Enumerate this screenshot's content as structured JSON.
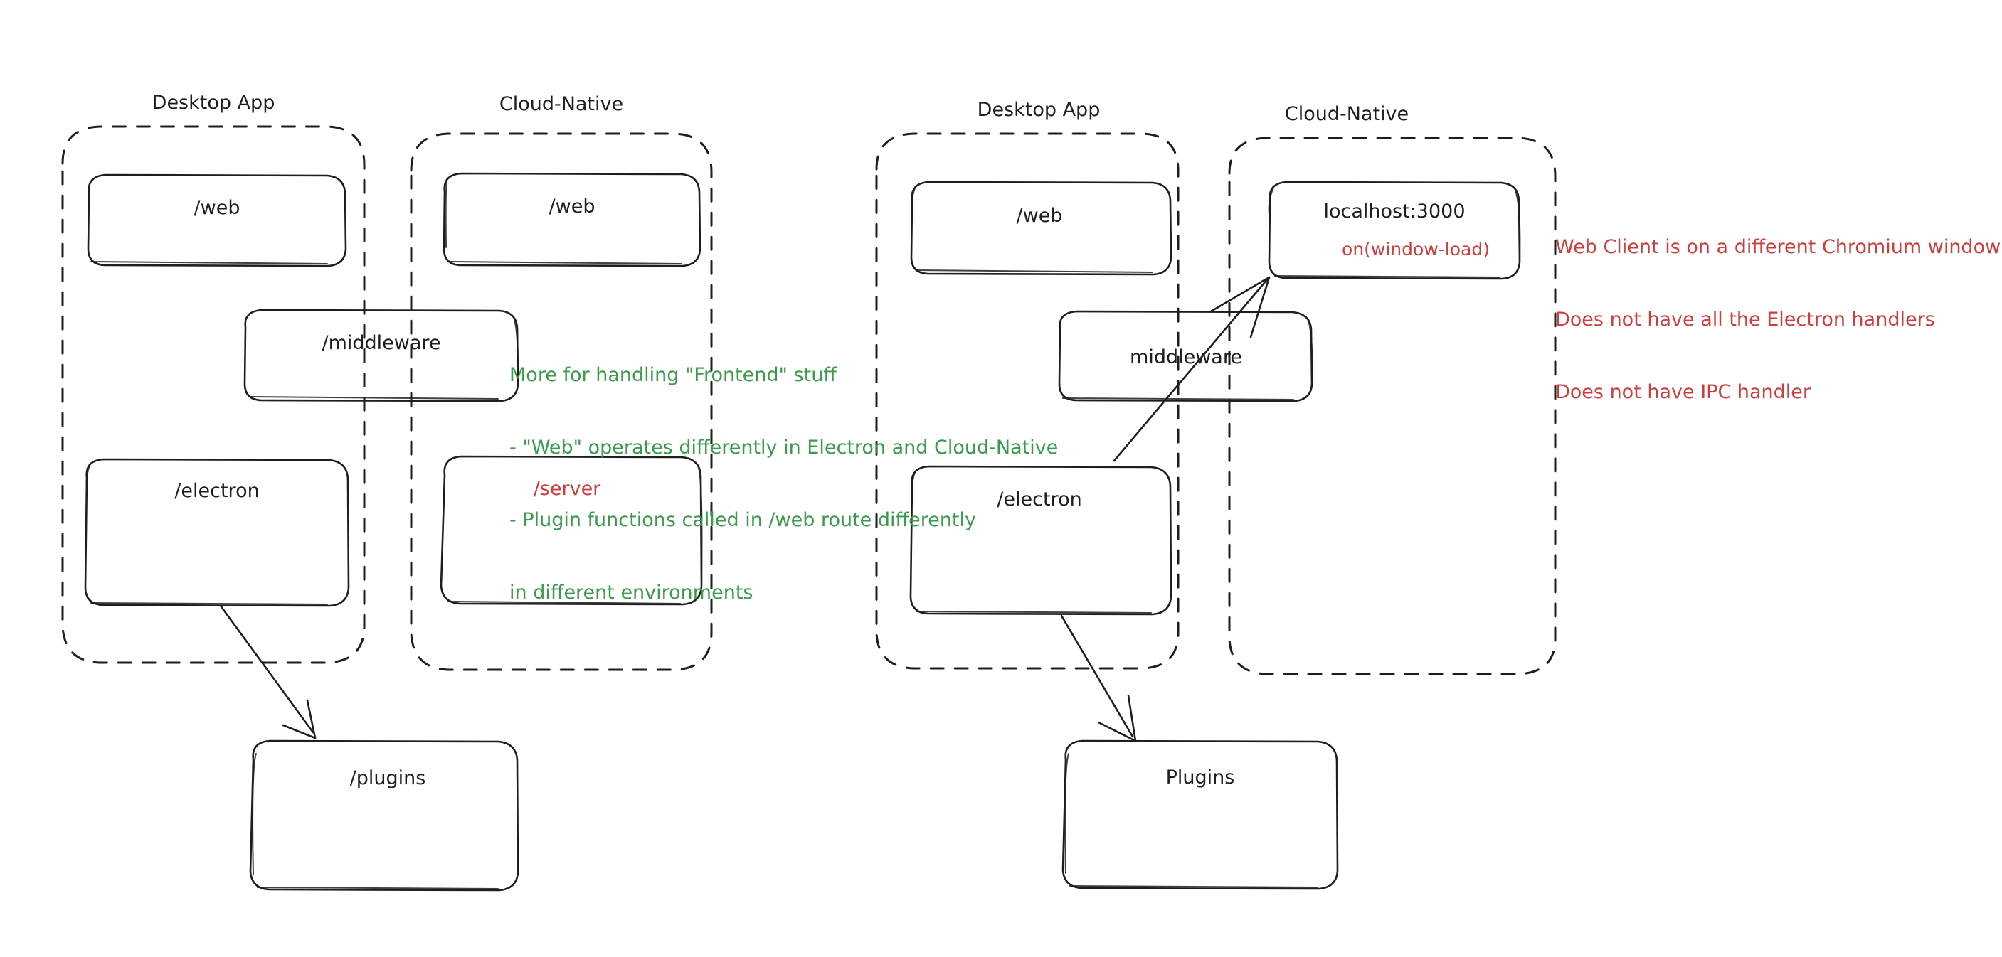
{
  "diagram": {
    "type": "architecture-sketch",
    "style": "hand-drawn",
    "background": "#ffffff",
    "colors": {
      "stroke": "#1e1e1e",
      "green": "#3a9b4b",
      "red": "#cf3c3c"
    }
  },
  "panels": [
    {
      "id": "left-panel",
      "groups": [
        {
          "id": "left-desktop-app",
          "title": "Desktop App"
        },
        {
          "id": "left-cloud-native",
          "title": "Cloud-Native"
        }
      ],
      "boxes": [
        {
          "id": "left-desktop-web",
          "label": "/web",
          "color": "#1e1e1e"
        },
        {
          "id": "left-cloud-web",
          "label": "/web",
          "color": "#1e1e1e"
        },
        {
          "id": "left-middleware",
          "label": "/middleware",
          "color": "#1e1e1e"
        },
        {
          "id": "left-electron",
          "label": "/electron",
          "color": "#1e1e1e"
        },
        {
          "id": "left-server",
          "label": "/server",
          "color": "#cf3c3c"
        },
        {
          "id": "left-plugins",
          "label": "/plugins",
          "color": "#1e1e1e"
        }
      ],
      "arrows": [
        {
          "id": "left-electron-to-plugins",
          "from": "left-electron",
          "to": "left-plugins"
        }
      ]
    },
    {
      "id": "right-panel",
      "groups": [
        {
          "id": "right-desktop-app",
          "title": "Desktop App"
        },
        {
          "id": "right-cloud-native",
          "title": "Cloud-Native"
        }
      ],
      "boxes": [
        {
          "id": "right-desktop-web",
          "label": "/web",
          "color": "#1e1e1e"
        },
        {
          "id": "right-localhost",
          "label": "localhost:3000",
          "sublabel": "on(window-load)",
          "color": "#1e1e1e",
          "sublabel_color": "#cf3c3c"
        },
        {
          "id": "right-middleware",
          "label": "middleware",
          "color": "#1e1e1e"
        },
        {
          "id": "right-electron",
          "label": "/electron",
          "color": "#1e1e1e"
        },
        {
          "id": "right-plugins",
          "label": "Plugins",
          "color": "#1e1e1e"
        }
      ],
      "arrows": [
        {
          "id": "right-electron-to-plugins",
          "from": "right-electron",
          "to": "right-plugins"
        },
        {
          "id": "right-electron-to-localhost",
          "from": "right-electron",
          "to": "right-localhost"
        }
      ]
    }
  ],
  "annotations": [
    {
      "id": "green-note",
      "color": "#3a9b4b",
      "lines": [
        "More for handling \"Frontend\" stuff",
        "- \"Web\" operates differently in Electron and Cloud-Native",
        "- Plugin functions called in /web route differently",
        "in different environments"
      ]
    },
    {
      "id": "red-note",
      "color": "#cf3c3c",
      "lines": [
        "Web Client is on a different Chromium window",
        "Does not have all the Electron handlers",
        "Does not have IPC handler"
      ]
    }
  ]
}
